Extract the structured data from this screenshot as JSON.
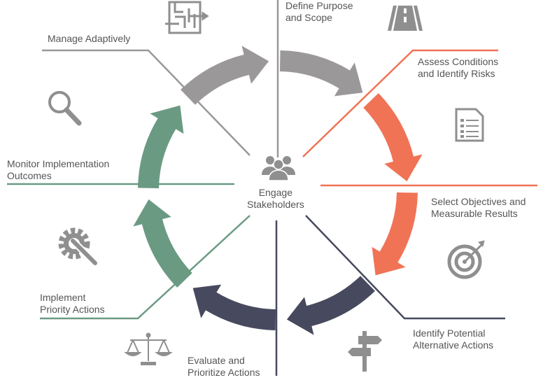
{
  "colors": {
    "gray": "#9a9898",
    "orange": "#f07356",
    "navy": "#474a5e",
    "green": "#6b9a83",
    "text": "#555555",
    "icon": "#8f8f8f"
  },
  "center": {
    "label": "Engage\nStakeholders",
    "icon": "people-icon"
  },
  "steps": [
    {
      "label": "Define Purpose\nand Scope",
      "icon": "road-icon",
      "color": "gray"
    },
    {
      "label": "Assess Conditions\nand Identify Risks",
      "icon": "clipboard-checklist-icon",
      "color": "orange"
    },
    {
      "label": "Select Objectives and\nMeasurable Results",
      "icon": "target-icon",
      "color": "orange"
    },
    {
      "label": "Identify Potential\nAlternative Actions",
      "icon": "signpost-icon",
      "color": "navy"
    },
    {
      "label": "Evaluate and\nPrioritize Actions",
      "icon": "balance-scale-icon",
      "color": "navy"
    },
    {
      "label": "Implement\nPriority Actions",
      "icon": "gear-wrench-icon",
      "color": "green"
    },
    {
      "label": "Monitor Implementation\nOutcomes",
      "icon": "magnifier-icon",
      "color": "green"
    },
    {
      "label": "Manage Adaptively",
      "icon": "maze-icon",
      "color": "gray"
    }
  ]
}
